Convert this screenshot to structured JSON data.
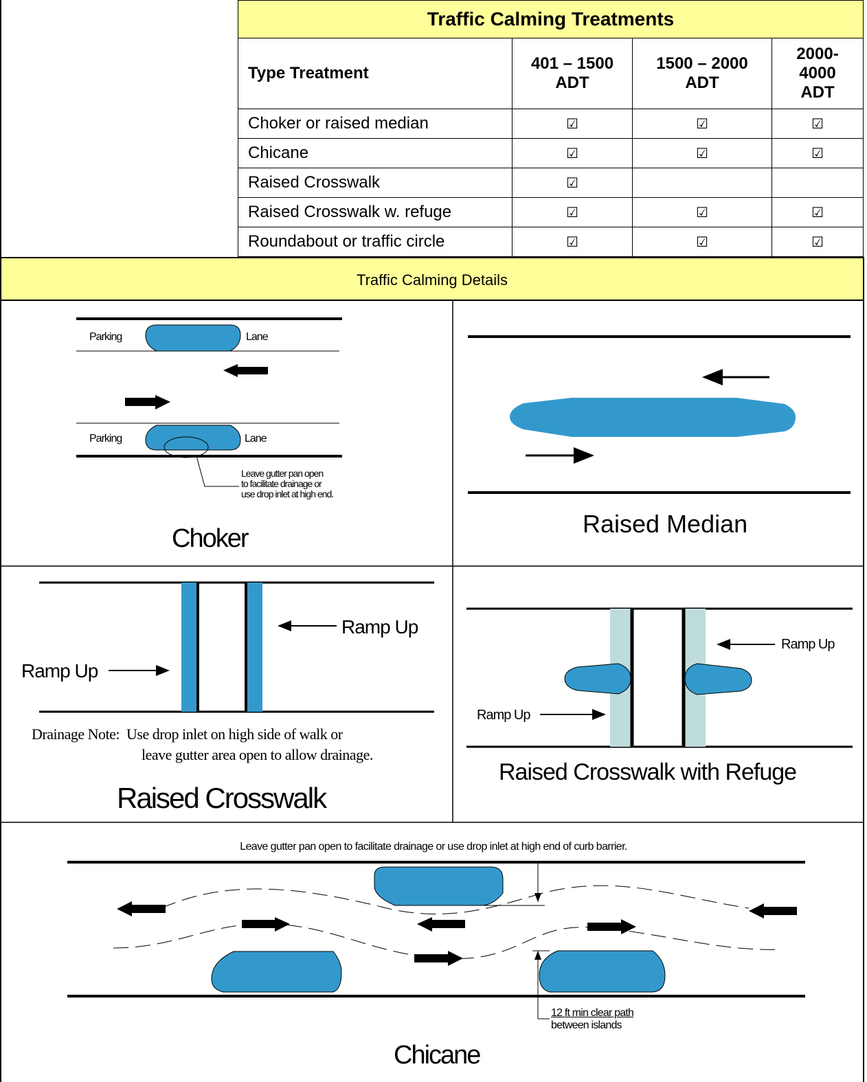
{
  "table": {
    "title": "Traffic Calming Treatments",
    "columns": [
      "Type Treatment",
      "401 – 1500 ADT",
      "1500 – 2000 ADT",
      "2000-4000 ADT"
    ],
    "col_lines": [
      [
        "401 – 1500",
        "ADT"
      ],
      [
        "1500 – 2000",
        "ADT"
      ],
      [
        "2000-",
        "4000",
        "ADT"
      ]
    ],
    "rows": [
      {
        "name": "Choker or raised median",
        "c1": "☑",
        "c2": "☑",
        "c3": "☑"
      },
      {
        "name": "Chicane",
        "c1": "☑",
        "c2": "☑",
        "c3": "☑"
      },
      {
        "name": "Raised Crosswalk",
        "c1": "☑",
        "c2": "",
        "c3": ""
      },
      {
        "name": "Raised Crosswalk w. refuge",
        "c1": "☑",
        "c2": "☑",
        "c3": "☑"
      },
      {
        "name": "Roundabout or traffic circle",
        "c1": "☑",
        "c2": "☑",
        "c3": "☑"
      }
    ]
  },
  "details_title": "Traffic Calming Details",
  "choker": {
    "parking_top": "Parking",
    "lane_top": "Lane",
    "parking_bottom": "Parking",
    "lane_bottom": "Lane",
    "note": [
      "Leave gutter pan open",
      "to facilitate drainage or",
      "use drop inlet at high end."
    ],
    "caption": "Choker"
  },
  "median": {
    "caption": "Raised Median"
  },
  "crosswalk": {
    "ramp_left": "Ramp Up",
    "ramp_right": "Ramp Up",
    "note1": "Drainage Note:  Use drop inlet on high side of walk or",
    "note2": "leave gutter area open to allow drainage.",
    "caption": "Raised Crosswalk"
  },
  "refuge": {
    "ramp_right": "Ramp Up",
    "ramp_left": "Ramp Up",
    "caption": "Raised Crosswalk with Refuge"
  },
  "chicane": {
    "note": "Leave gutter pan open to facilitate drainage or use drop inlet at high end of curb barrier.",
    "clear1": "12 ft min clear path",
    "clear2": "between islands",
    "caption": "Chicane"
  },
  "colors": {
    "island": "#3399cc",
    "header_fill": "#ffff99",
    "refuge_band": "#bfdcdc"
  }
}
